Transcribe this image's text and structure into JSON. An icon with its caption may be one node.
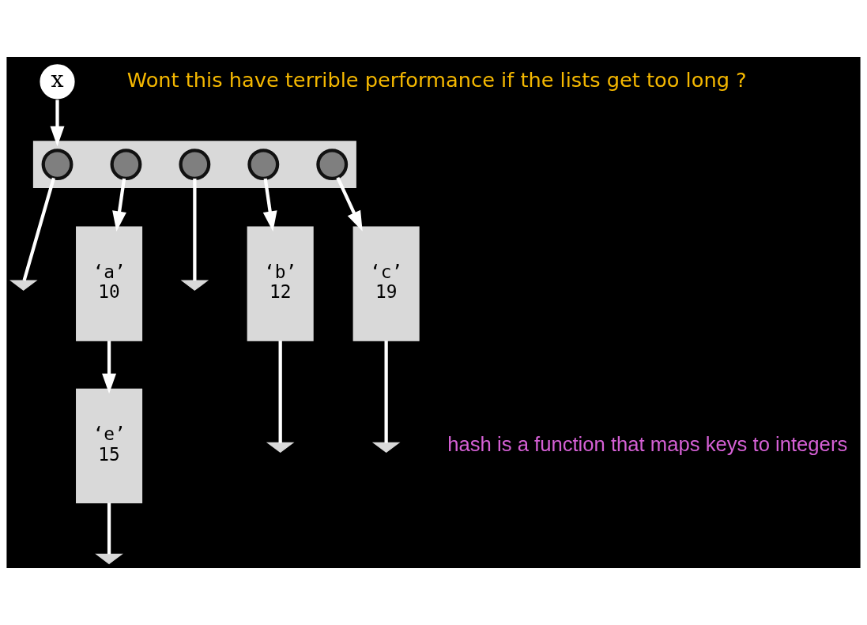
{
  "diagram": {
    "nodes": [
      {
        "text": [
          "x"
        ]
      },
      {
        "text": [],
        "shape": "box"
      },
      {
        "text": [],
        "shape": "circle",
        "in": 1
      },
      {
        "text": [],
        "shape": "circle",
        "in": 1
      },
      {
        "text": [],
        "shape": "circle",
        "in": 1
      },
      {
        "text": [],
        "shape": "circle",
        "in": 1
      },
      {
        "text": [],
        "shape": "circle",
        "in": 1
      },
      {
        "text": [],
        "shape": "ground"
      },
      {
        "text": [],
        "shape": "ground"
      },
      {
        "text": [
          "‘a’",
          "10"
        ]
      },
      {
        "text": [
          "‘b’",
          "12"
        ]
      },
      {
        "text": [
          "‘c’",
          "19"
        ]
      },
      {
        "text": [
          "‘e’",
          "15"
        ]
      },
      {
        "text": [],
        "shape": "ground"
      },
      {
        "text": [],
        "shape": "ground"
      },
      {
        "text": [],
        "shape": "ground"
      }
    ],
    "edges": [
      {
        "from": 0,
        "to": 1,
        "arrow": "to"
      },
      {
        "from": 2,
        "to": 7,
        "arrow": "none"
      },
      {
        "from": 3,
        "to": 9,
        "arrow": "to"
      },
      {
        "from": 4,
        "to": 8,
        "arrow": "none"
      },
      {
        "from": 5,
        "to": 10,
        "arrow": "to"
      },
      {
        "from": 6,
        "to": 11,
        "arrow": "to"
      },
      {
        "from": 9,
        "to": 12,
        "arrow": "to"
      },
      {
        "from": 10,
        "to": 13,
        "arrow": "none"
      },
      {
        "from": 11,
        "to": 14,
        "arrow": "none"
      },
      {
        "from": 12,
        "to": 15,
        "arrow": "none"
      }
    ],
    "labels": [
      "Wont this have terrible performance if the lists get too long ?",
      "hash is a function that maps keys to integers"
    ]
  }
}
